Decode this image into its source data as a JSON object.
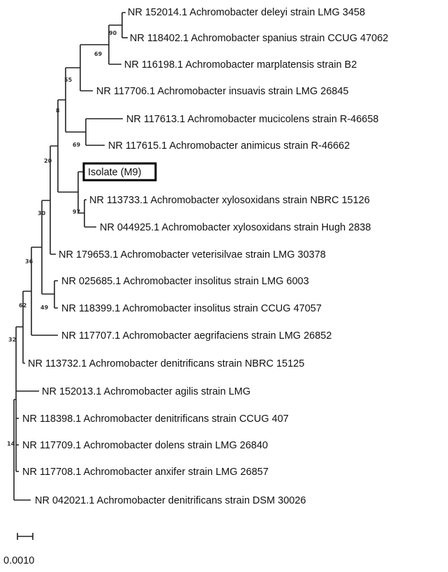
{
  "tree": {
    "leaves": [
      {
        "id": "l1",
        "label": "NR 152014.1 Achromobacter deleyi strain LMG 3458"
      },
      {
        "id": "l2",
        "label": "NR 118402.1 Achromobacter spanius strain CCUG 47062"
      },
      {
        "id": "l3",
        "label": "NR 116198.1 Achromobacter marplatensis strain B2"
      },
      {
        "id": "l4",
        "label": "NR 117706.1 Achromobacter insuavis strain LMG 26845"
      },
      {
        "id": "l5",
        "label": "NR 117613.1 Achromobacter mucicolens strain R-46658"
      },
      {
        "id": "l6",
        "label": "NR 117615.1 Achromobacter animicus strain R-46662"
      },
      {
        "id": "l7",
        "label": "Isolate (M9)",
        "highlight": true
      },
      {
        "id": "l8",
        "label": "NR 113733.1 Achromobacter xylosoxidans strain NBRC 15126"
      },
      {
        "id": "l9",
        "label": "NR 044925.1 Achromobacter xylosoxidans strain Hugh 2838"
      },
      {
        "id": "l10",
        "label": "NR 179653.1 Achromobacter veterisilvae strain LMG 30378"
      },
      {
        "id": "l11",
        "label": "NR 025685.1 Achromobacter insolitus strain LMG 6003"
      },
      {
        "id": "l12",
        "label": "NR 118399.1 Achromobacter insolitus strain CCUG 47057"
      },
      {
        "id": "l13",
        "label": "NR 117707.1 Achromobacter aegrifaciens strain LMG 26852"
      },
      {
        "id": "l14",
        "label": "NR 113732.1 Achromobacter denitrificans strain NBRC 15125"
      },
      {
        "id": "l15",
        "label": "NR 152013.1 Achromobacter agilis strain LMG"
      },
      {
        "id": "l16",
        "label": "NR 118398.1 Achromobacter denitrificans strain CCUG 407"
      },
      {
        "id": "l17",
        "label": "NR 117709.1 Achromobacter dolens strain LMG 26840"
      },
      {
        "id": "l18",
        "label": "NR 117708.1 Achromobacter anxifer strain LMG 26857"
      },
      {
        "id": "l19",
        "label": "NR 042021.1 Achromobacter denitrificans strain DSM 30026"
      }
    ],
    "bootstrap_values": [
      "90",
      "69",
      "55",
      "8",
      "69",
      "97",
      "20",
      "30",
      "36",
      "49",
      "62",
      "32",
      "14"
    ],
    "scale_bar_label": "0.0010"
  }
}
